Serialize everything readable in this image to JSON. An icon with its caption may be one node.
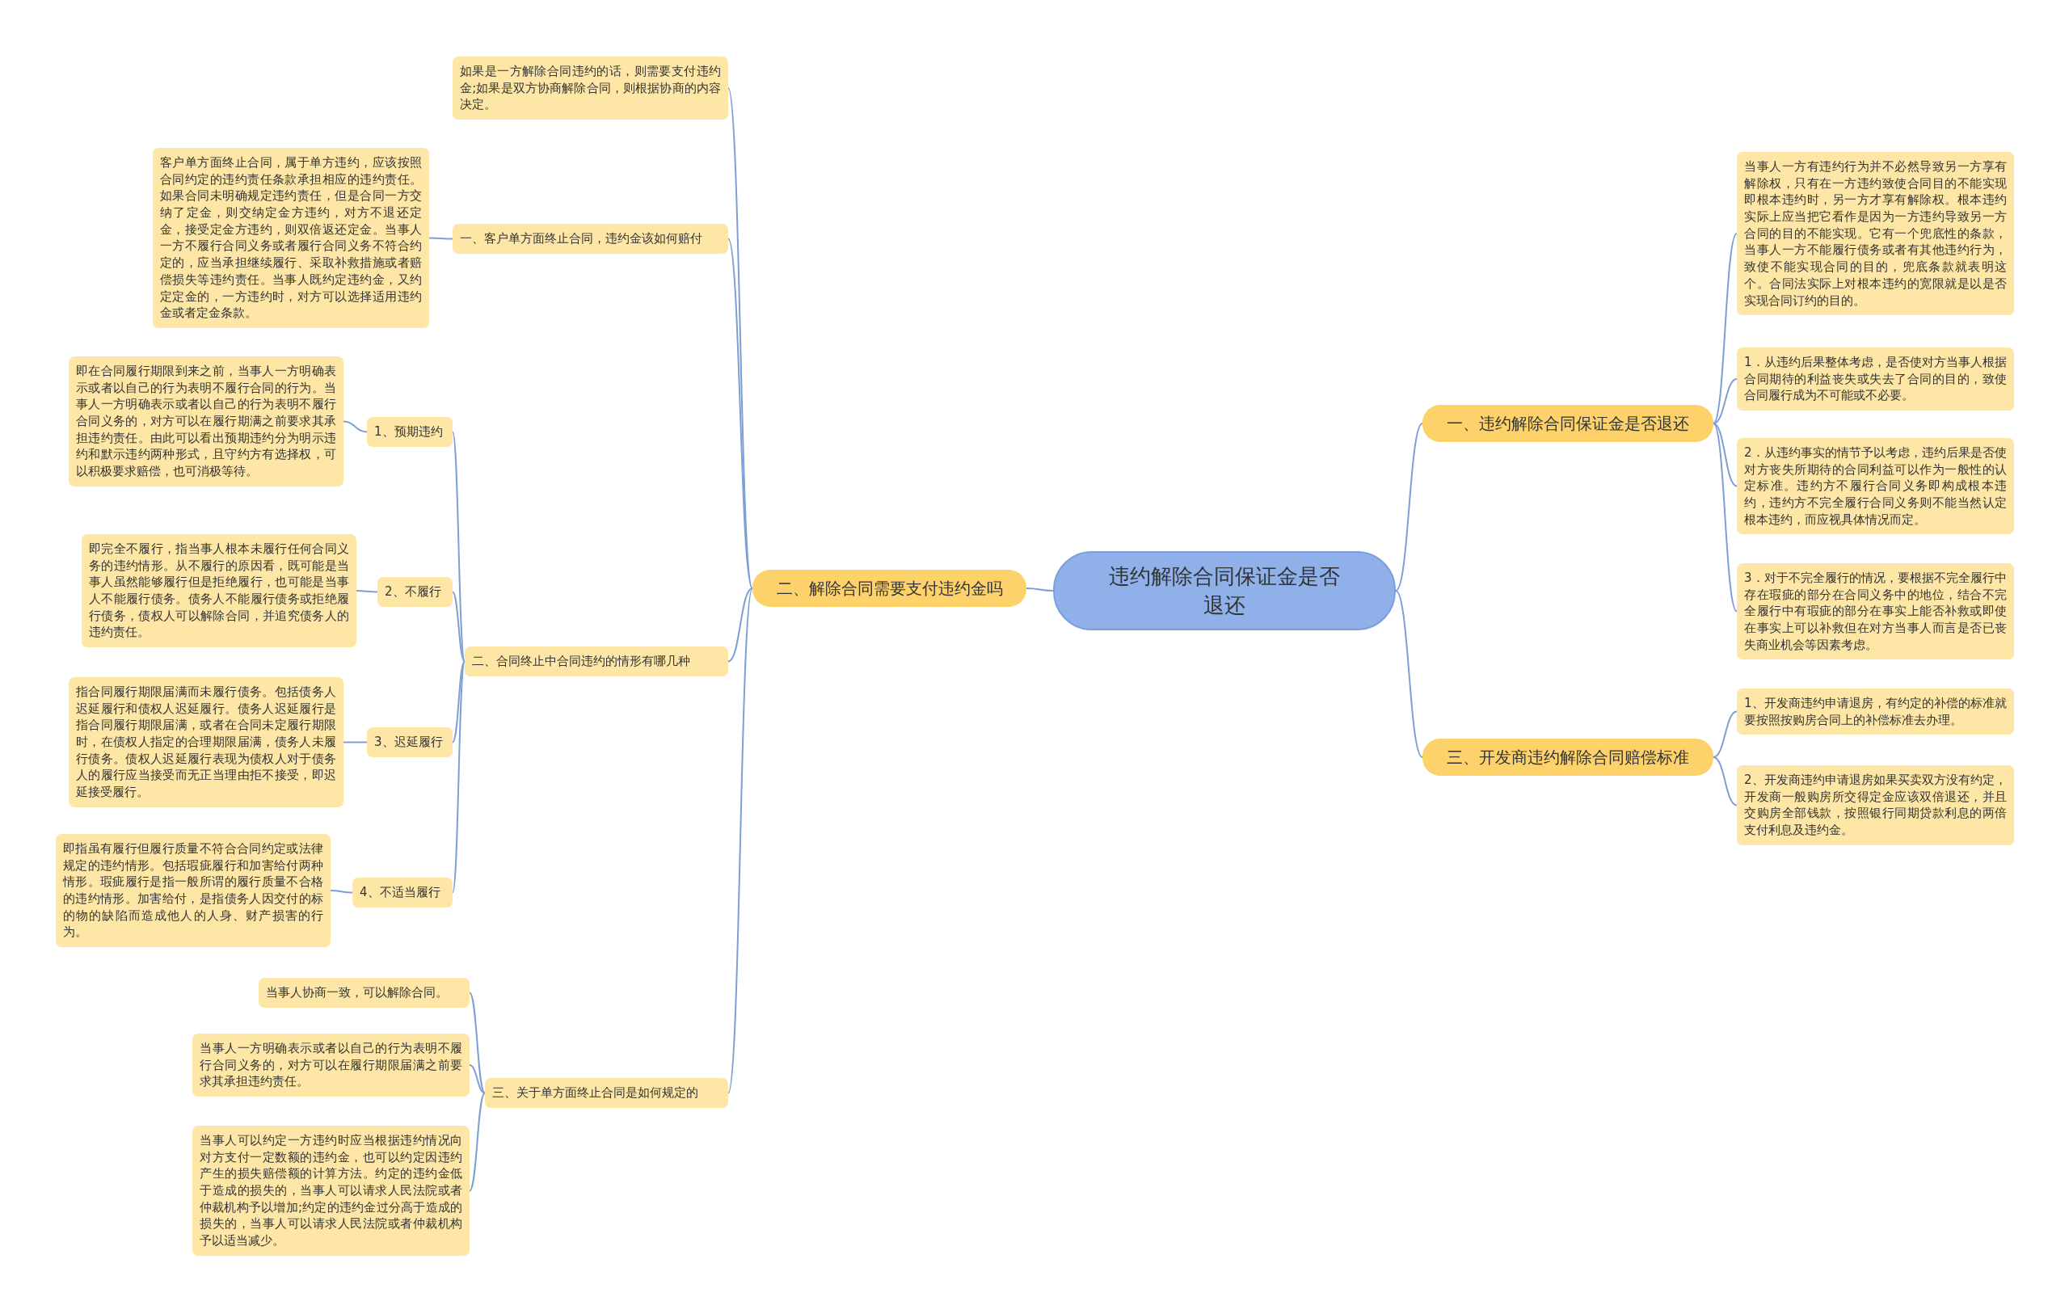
{
  "diagram": {
    "nodes": [
      {
        "text": [
          "违约解除合同保证金是否退还"
        ]
      },
      {
        "text": [
          "一、违约解除合同保证金是否退还"
        ]
      },
      {
        "text": [
          "当事人一方有违约行为并不必然导致另一方享有解除权，只有在一方违约致使合同目的不能实现即根本违约时，另一方才享有解除权。根本违约实际上应当把它看作是因为一方违约导致另一方合同的目的不能实现。它有一个兜底性的条款，当事人一方不能履行债务或者有其他违约行为，致使不能实现合同的目的，兜底条款就表明这个。合同法实际上对根本违约的宽限就是以是否实现合同订约的目的。"
        ]
      },
      {
        "text": [
          "1．从违约后果整体考虑，是否使对方当事人根据合同期待的利益丧失或失去了合同的目的，致使合同履行成为不可能或不必要。"
        ]
      },
      {
        "text": [
          "2．从违约事实的情节予以考虑，违约后果是否使对方丧失所期待的合同利益可以作为一般性的认定标准。违约方不履行合同义务即构成根本违约，违约方不完全履行合同义务则不能当然认定根本违约，而应视具体情况而定。"
        ]
      },
      {
        "text": [
          "3．对于不完全履行的情况，要根据不完全履行中存在瑕疵的部分在合同义务中的地位，结合不完全履行中有瑕疵的部分在事实上能否补救或即使在事实上可以补救但在对方当事人而言是否已丧失商业机会等因素考虑。"
        ]
      },
      {
        "text": [
          "三、开发商违约解除合同赔偿标准"
        ]
      },
      {
        "text": [
          "1、开发商违约申请退房，有约定的补偿的标准就要按照按购房合同上的补偿标准去办理。"
        ]
      },
      {
        "text": [
          "2、开发商违约申请退房如果买卖双方没有约定，开发商一般购房所交得定金应该双倍退还，并且交购房全部钱款，按照银行同期贷款利息的两倍支付利息及违约金。"
        ]
      },
      {
        "text": [
          "二、解除合同需要支付违约金吗"
        ]
      },
      {
        "text": [
          "如果是一方解除合同违约的话，则需要支付违约金;如果是双方协商解除合同，则根据协商的内容决定。"
        ]
      },
      {
        "text": [
          "一、客户单方面终止合同，违约金该如何赔付"
        ]
      },
      {
        "text": [
          "客户单方面终止合同，属于单方违约，应该按照合同约定的违约责任条款承担相应的违约责任。如果合同未明确规定违约责任，但是合同一方交纳了定金，则交纳定金方违约，对方不退还定金，接受定金方违约，则双倍返还定金。当事人一方不履行合同义务或者履行合同义务不符合约定的，应当承担继续履行、采取补救措施或者赔偿损失等违约责任。当事人既约定违约金，又约定定金的，一方违约时，对方可以选择适用违约金或者定金条款。"
        ]
      },
      {
        "text": [
          "二、合同终止中合同违约的情形有哪几种"
        ]
      },
      {
        "text": [
          "1、预期违约"
        ]
      },
      {
        "text": [
          "即在合同履行期限到来之前，当事人一方明确表示或者以自己的行为表明不履行合同的行为。当事人一方明确表示或者以自己的行为表明不履行合同义务的，对方可以在履行期满之前要求其承担违约责任。由此可以看出预期违约分为明示违约和默示违约两种形式，且守约方有选择权，可以积极要求赔偿，也可消极等待。"
        ]
      },
      {
        "text": [
          "2、不履行"
        ]
      },
      {
        "text": [
          "即完全不履行，指当事人根本未履行任何合同义务的违约情形。从不履行的原因看，既可能是当事人虽然能够履行但是拒绝履行，也可能是当事人不能履行债务。债务人不能履行债务或拒绝履行债务，债权人可以解除合同，并追究债务人的违约责任。"
        ]
      },
      {
        "text": [
          "3、迟延履行"
        ]
      },
      {
        "text": [
          "指合同履行期限届满而未履行债务。包括债务人迟延履行和债权人迟延履行。债务人迟延履行是指合同履行期限届满，或者在合同未定履行期限时，在债权人指定的合理期限届满，债务人未履行债务。债权人迟延履行表现为债权人对于债务人的履行应当接受而无正当理由拒不接受，即迟延接受履行。"
        ]
      },
      {
        "text": [
          "4、不适当履行"
        ]
      },
      {
        "text": [
          "即指虽有履行但履行质量不符合合同约定或法律规定的违约情形。包括瑕疵履行和加害给付两种情形。瑕疵履行是指一般所谓的履行质量不合格的违约情形。加害给付，是指债务人因交付的标的物的缺陷而造成他人的人身、财产损害的行为。"
        ]
      },
      {
        "text": [
          "三、关于单方面终止合同是如何规定的"
        ]
      },
      {
        "text": [
          "当事人协商一致，可以解除合同。"
        ]
      },
      {
        "text": [
          "当事人一方明确表示或者以自己的行为表明不履行合同义务的，对方可以在履行期限届满之前要求其承担违约责任。"
        ]
      },
      {
        "text": [
          "当事人可以约定一方违约时应当根据违约情况向对方支付一定数额的违约金，也可以约定因违约产生的损失赔偿额的计算方法。约定的违约金低于造成的损失的，当事人可以请求人民法院或者仲裁机构予以增加;约定的违约金过分高于造成的损失的，当事人可以请求人民法院或者仲裁机构予以适当减少。"
        ]
      }
    ],
    "edges": [
      {
        "from": 0,
        "to": 1,
        "arrow": "none"
      },
      {
        "from": 1,
        "to": 2,
        "arrow": "none"
      },
      {
        "from": 1,
        "to": 3,
        "arrow": "none"
      },
      {
        "from": 1,
        "to": 4,
        "arrow": "none"
      },
      {
        "from": 1,
        "to": 5,
        "arrow": "none"
      },
      {
        "from": 0,
        "to": 6,
        "arrow": "none"
      },
      {
        "from": 6,
        "to": 7,
        "arrow": "none"
      },
      {
        "from": 6,
        "to": 8,
        "arrow": "none"
      },
      {
        "from": 0,
        "to": 9,
        "arrow": "none"
      },
      {
        "from": 9,
        "to": 10,
        "arrow": "none"
      },
      {
        "from": 9,
        "to": 11,
        "arrow": "none"
      },
      {
        "from": 11,
        "to": 12,
        "arrow": "none"
      },
      {
        "from": 9,
        "to": 13,
        "arrow": "none"
      },
      {
        "from": 13,
        "to": 14,
        "arrow": "none"
      },
      {
        "from": 14,
        "to": 15,
        "arrow": "none"
      },
      {
        "from": 13,
        "to": 16,
        "arrow": "none"
      },
      {
        "from": 16,
        "to": 17,
        "arrow": "none"
      },
      {
        "from": 13,
        "to": 18,
        "arrow": "none"
      },
      {
        "from": 18,
        "to": 19,
        "arrow": "none"
      },
      {
        "from": 13,
        "to": 20,
        "arrow": "none"
      },
      {
        "from": 20,
        "to": 21,
        "arrow": "none"
      },
      {
        "from": 9,
        "to": 22,
        "arrow": "none"
      },
      {
        "from": 22,
        "to": 23,
        "arrow": "none"
      },
      {
        "from": 22,
        "to": 24,
        "arrow": "none"
      },
      {
        "from": 22,
        "to": 25,
        "arrow": "none"
      }
    ]
  }
}
